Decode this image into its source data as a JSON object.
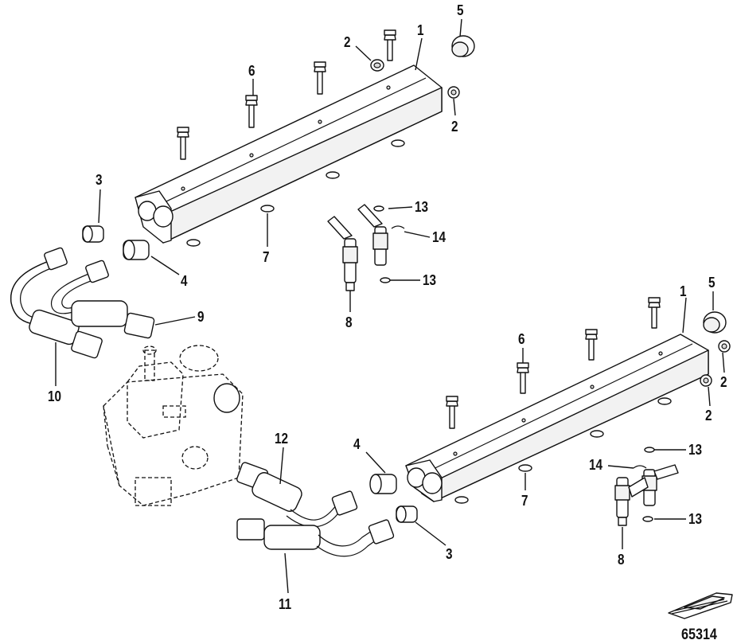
{
  "diagram": {
    "figure_number": "65314",
    "callouts": [
      "1",
      "2",
      "5",
      "6",
      "2",
      "3",
      "13",
      "14",
      "7",
      "4",
      "13",
      "9",
      "8",
      "1",
      "5",
      "6",
      "2",
      "10",
      "2",
      "12",
      "4",
      "13",
      "14",
      "7",
      "13",
      "3",
      "8",
      "11"
    ],
    "icon": "boat-logo-icon"
  }
}
